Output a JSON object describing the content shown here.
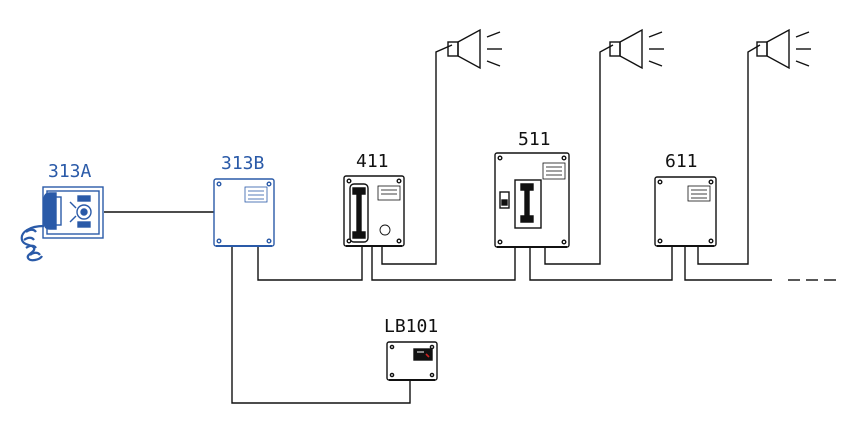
{
  "colors": {
    "line": "#111111",
    "accent_blue": "#2a5aa8",
    "background": "#ffffff"
  },
  "devices": {
    "d313a": {
      "label": "313A",
      "icon": "wall-handset-station-icon",
      "color": "accent_blue"
    },
    "d313b": {
      "label": "313B",
      "icon": "junction-box-icon",
      "color": "accent_blue"
    },
    "d411": {
      "label": "411",
      "icon": "handset-station-icon",
      "color": "line"
    },
    "d511": {
      "label": "511",
      "icon": "enclosed-handset-station-icon",
      "color": "line"
    },
    "d611": {
      "label": "611",
      "icon": "junction-box-icon",
      "color": "line"
    },
    "lb101": {
      "label": "LB101",
      "icon": "line-box-icon",
      "color": "line"
    }
  },
  "speakers": [
    {
      "icon": "horn-speaker-icon"
    },
    {
      "icon": "horn-speaker-icon"
    },
    {
      "icon": "horn-speaker-icon"
    }
  ],
  "continuation": {
    "icon": "dashed-continuation-line",
    "meaning": "line continues"
  }
}
